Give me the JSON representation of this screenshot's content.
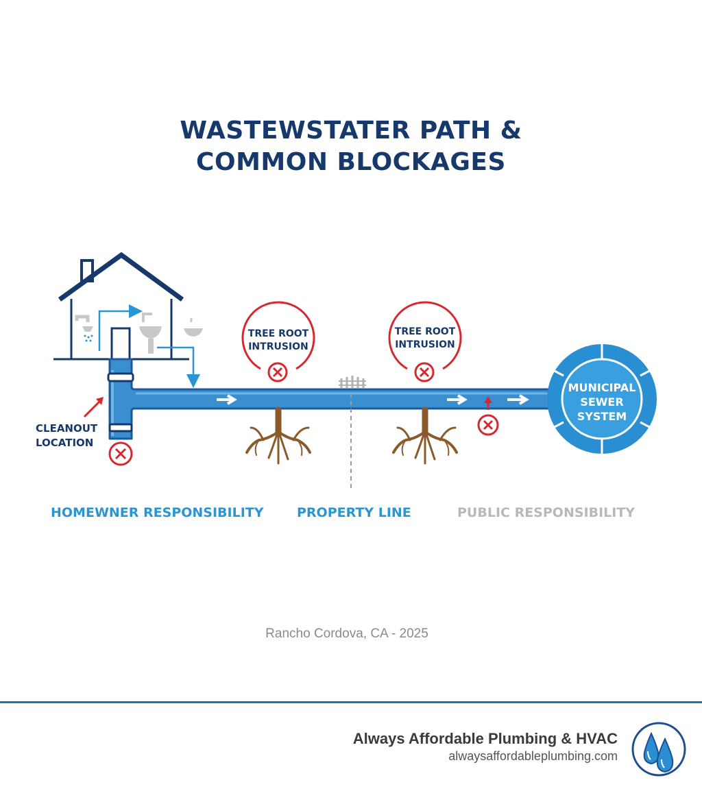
{
  "title": {
    "line1": "WASTEWSTATER PATH &",
    "line2": "COMMON BLOCKAGES"
  },
  "labels": {
    "cleanout_line1": "CLEANOUT",
    "cleanout_line2": "LOCATION",
    "root_intrusion_1_line1": "TREE ROOT",
    "root_intrusion_1_line2": "INTRUSION",
    "root_intrusion_2_line1": "TREE ROOT",
    "root_intrusion_2_line2": "INTRUSION",
    "sewer_line1": "MUNICIPAL",
    "sewer_line2": "SEWER",
    "sewer_line3": "SYSTEM"
  },
  "zones": {
    "homeowner": "HOMEWNER RESPONSIBILITY",
    "property_line": "PROPERTY LINE",
    "public": "PUBLIC RESPONSIBILITY"
  },
  "location": "Rancho Cordova, CA - 2025",
  "footer": {
    "company": "Always Affordable Plumbing & HVAC",
    "url": "alwaysaffordableplumbing.com"
  },
  "colors": {
    "navy": "#16386b",
    "pipe_blue": "#2a95d4",
    "alert_red": "#d8282f",
    "root_brown": "#8a5a2b",
    "muted_gray": "#b8b8b8"
  },
  "icons": [
    "house-icon",
    "shower-icon",
    "sink-icon",
    "small-sink-icon",
    "fence-icon",
    "blockage-x-icon",
    "tree-roots-icon",
    "water-drops-logo-icon"
  ]
}
